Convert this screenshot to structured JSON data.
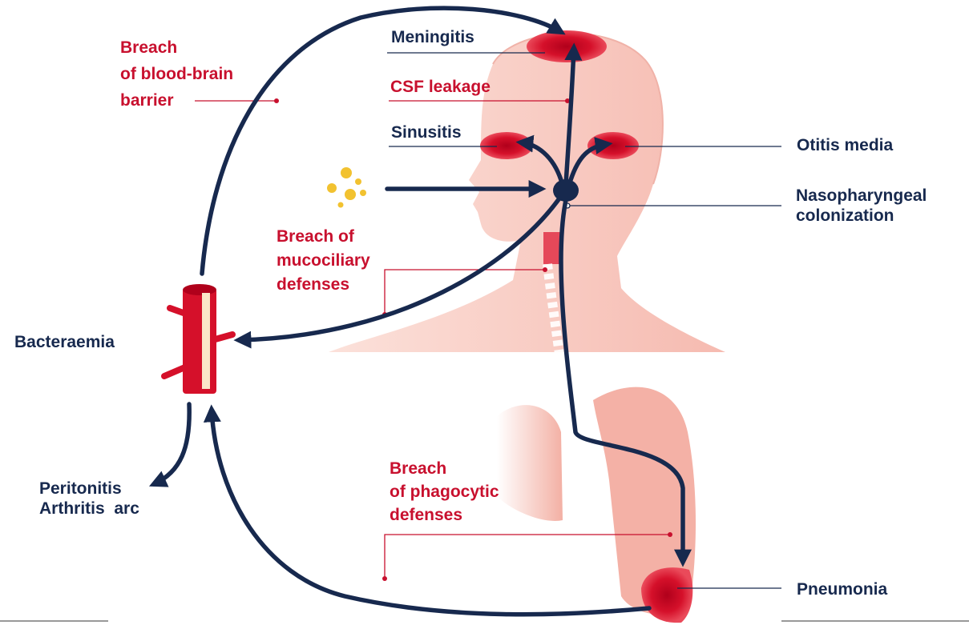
{
  "labels": {
    "meningitis": "Meningitis",
    "csf_leakage": "CSF leakage",
    "sinusitis": "Sinusitis",
    "otitis_media": "Otitis media",
    "nasopharyngeal": [
      "Nasopharyngeal",
      "colonization"
    ],
    "breach_bbb": [
      "Breach",
      "of blood-brain",
      "barrier"
    ],
    "breach_mucociliary": [
      "Breach of",
      "mucociliary",
      "defenses"
    ],
    "breach_phagocytic": [
      "Breach",
      "of phagocytic",
      "defenses"
    ],
    "bacteraemia": "Bacteraemia",
    "peritonitis": [
      "Peritonitis",
      "Arthritis  arc"
    ],
    "pneumonia": "Pneumonia"
  },
  "colors": {
    "navy": "#17294e",
    "red": "#c8102e",
    "skin": "#f6b8ad",
    "skin_light": "#fbd9d2",
    "infection": "#d5102a",
    "droplets": "#f2c230"
  }
}
